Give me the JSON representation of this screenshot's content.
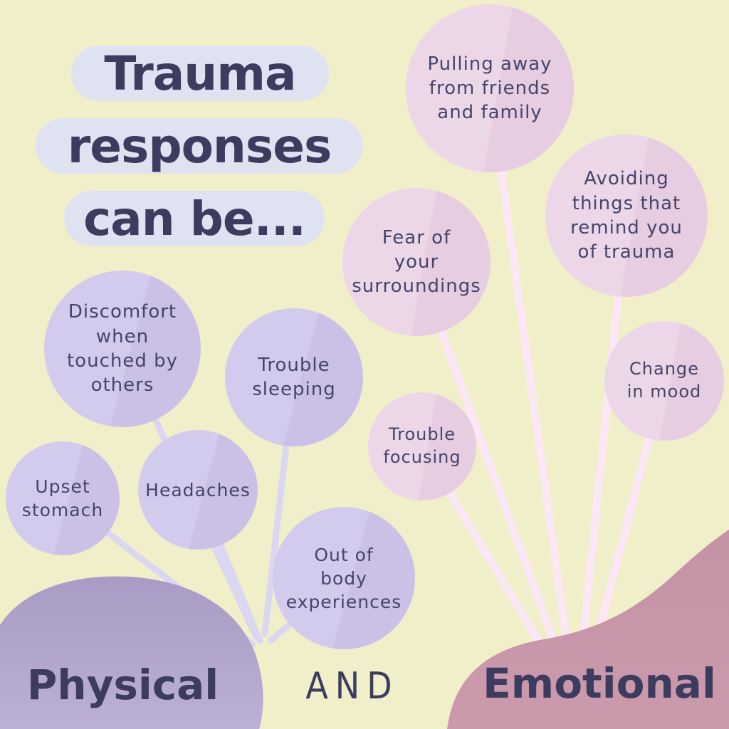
{
  "title": {
    "line1": "Trauma",
    "line2": "responses",
    "line3": "can be..."
  },
  "connector_word": "AND",
  "physical": {
    "label": "Physical",
    "items": [
      {
        "label": "Discomfort\nwhen\ntouched by\nothers"
      },
      {
        "label": "Trouble\nsleeping"
      },
      {
        "label": "Upset\nstomach"
      },
      {
        "label": "Headaches"
      },
      {
        "label": "Out of\nbody\nexperiences"
      }
    ]
  },
  "emotional": {
    "label": "Emotional",
    "items": [
      {
        "label": "Fear of\nyour\nsurroundings"
      },
      {
        "label": "Pulling away\nfrom friends\nand family"
      },
      {
        "label": "Avoiding\nthings that\nremind you\nof trauma"
      },
      {
        "label": "Trouble\nfocusing"
      },
      {
        "label": "Change\nin mood"
      }
    ]
  },
  "colors": {
    "background": "#f1eeca",
    "title_ink": "#3d3c5e",
    "title_highlight": "#dfe3f1",
    "physical_balloon": "#d0c8ec",
    "physical_string": "#dcd7f1",
    "physical_blob": "#ab9ec7",
    "emotional_balloon": "#ebd5e7",
    "emotional_string": "#fbe7f6",
    "emotional_blob": "#c795a7",
    "balloon_text": "#45446b"
  }
}
